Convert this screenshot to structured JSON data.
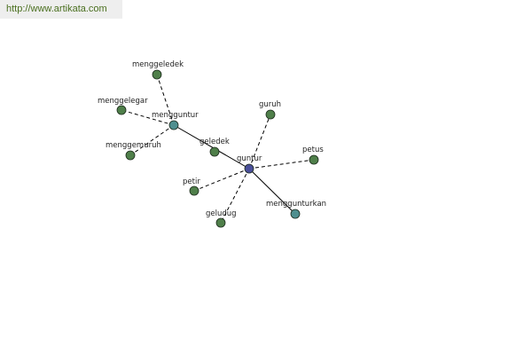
{
  "header": {
    "url": "http://www.artikata.com"
  },
  "colors": {
    "leaf": "#4f7f4a",
    "hub": "#4f8f8f",
    "center": "#4a4f9a",
    "edge": "#000000"
  },
  "graph": {
    "nodes": [
      {
        "id": "guntur",
        "label": "guntur",
        "kind": "center"
      },
      {
        "id": "mengguntur",
        "label": "mengguntur",
        "kind": "hub"
      },
      {
        "id": "menggunturkan",
        "label": "menggunturkan",
        "kind": "hub"
      },
      {
        "id": "menggeledek",
        "label": "menggeledek",
        "kind": "leaf"
      },
      {
        "id": "menggelegar",
        "label": "menggelegar",
        "kind": "leaf"
      },
      {
        "id": "menggemuruh",
        "label": "menggemuruh",
        "kind": "leaf"
      },
      {
        "id": "geledek",
        "label": "geledek",
        "kind": "leaf"
      },
      {
        "id": "guruh",
        "label": "guruh",
        "kind": "leaf"
      },
      {
        "id": "petus",
        "label": "petus",
        "kind": "leaf"
      },
      {
        "id": "petir",
        "label": "petir",
        "kind": "leaf"
      },
      {
        "id": "geludug",
        "label": "geludug",
        "kind": "leaf"
      }
    ],
    "edges": [
      {
        "from": "guntur",
        "to": "mengguntur",
        "style": "solid"
      },
      {
        "from": "guntur",
        "to": "menggunturkan",
        "style": "solid"
      },
      {
        "from": "guntur",
        "to": "guruh",
        "style": "dashed"
      },
      {
        "from": "guntur",
        "to": "petus",
        "style": "dashed"
      },
      {
        "from": "guntur",
        "to": "petir",
        "style": "dashed"
      },
      {
        "from": "guntur",
        "to": "geludug",
        "style": "dashed"
      },
      {
        "from": "mengguntur",
        "to": "menggeledek",
        "style": "dashed"
      },
      {
        "from": "mengguntur",
        "to": "menggelegar",
        "style": "dashed"
      },
      {
        "from": "mengguntur",
        "to": "menggemuruh",
        "style": "dashed"
      }
    ]
  }
}
